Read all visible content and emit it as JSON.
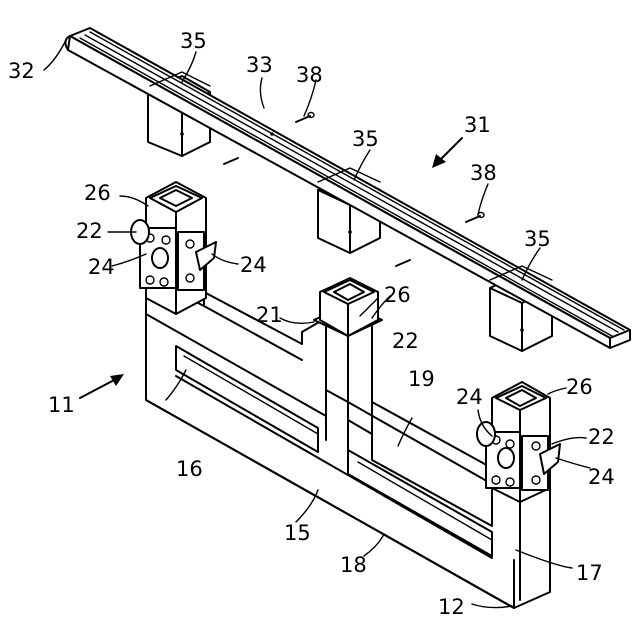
{
  "diagram": {
    "labels": {
      "l11": "11",
      "l12": "12",
      "l15": "15",
      "l16": "16",
      "l17": "17",
      "l18": "18",
      "l19": "19",
      "l21": "21",
      "l22a": "22",
      "l22b": "22",
      "l22c": "22",
      "l24a": "24",
      "l24b": "24",
      "l24c": "24",
      "l24d": "24",
      "l26a": "26",
      "l26b": "26",
      "l26c": "26",
      "l31": "31",
      "l32": "32",
      "l33": "33",
      "l35a": "35",
      "l35b": "35",
      "l35c": "35",
      "l38a": "38",
      "l38b": "38"
    }
  }
}
